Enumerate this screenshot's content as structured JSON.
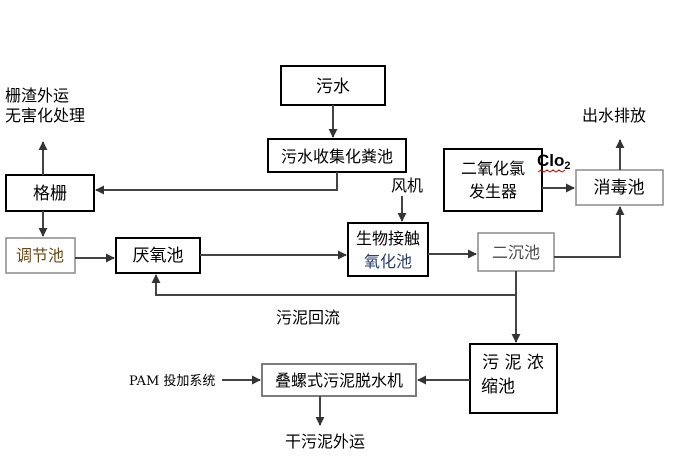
{
  "nodes": {
    "sewage": "污水",
    "collection_tank": "污水收集化粪池",
    "grille": "格栅",
    "screenings_line1": "栅渣外运",
    "screenings_line2": "无害化处理",
    "regulating_tank": "调节池",
    "anaerobic_tank": "厌氧池",
    "contact_line1": "生物接触",
    "contact_line2": "氧化池",
    "blower": "风机",
    "secondary_clarifier": "二沉池",
    "clo2_gen_line1": "二氧化氯",
    "clo2_gen_line2": "发生器",
    "clo2_label": "Clo",
    "clo2_sub": "2",
    "disinfection_tank": "消毒池",
    "effluent": "出水排放",
    "sludge_return": "污泥回流",
    "thickener_line1": "污 泥 浓",
    "thickener_line2": "缩池",
    "dewatering": "叠螺式污泥脱水机",
    "pam": "PAM 投加系统",
    "dry_sludge": "干污泥外运"
  }
}
